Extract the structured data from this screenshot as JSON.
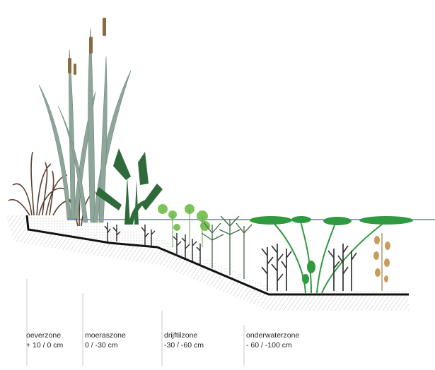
{
  "zones": [
    {
      "name": "oeverzone",
      "depth": "+ 10 /  0 cm"
    },
    {
      "name": "moeraszone",
      "depth": "0 / -30 cm"
    },
    {
      "name": "drijftilzone",
      "depth": "-30 / -60 cm"
    },
    {
      "name": "onderwaterzone",
      "depth": "- 60 / -100 cm"
    }
  ],
  "colors": {
    "water_line": "#4a5fd0",
    "bank_line": "#111111",
    "soil_hatch": "#c9c9c9",
    "reed": "#8fa79a",
    "dark_leaf": "#2e6a3a",
    "light_leaf": "#7dc35a",
    "lily_pad": "#2f9a3f",
    "dark_stem": "#333333",
    "brown_grass": "#5a4030",
    "tan_plant": "#c89c5a"
  },
  "icons": [
    "reed-plant",
    "brown-grass",
    "arrowhead-plant",
    "water-lily",
    "submerged-plant",
    "floating-plant"
  ]
}
